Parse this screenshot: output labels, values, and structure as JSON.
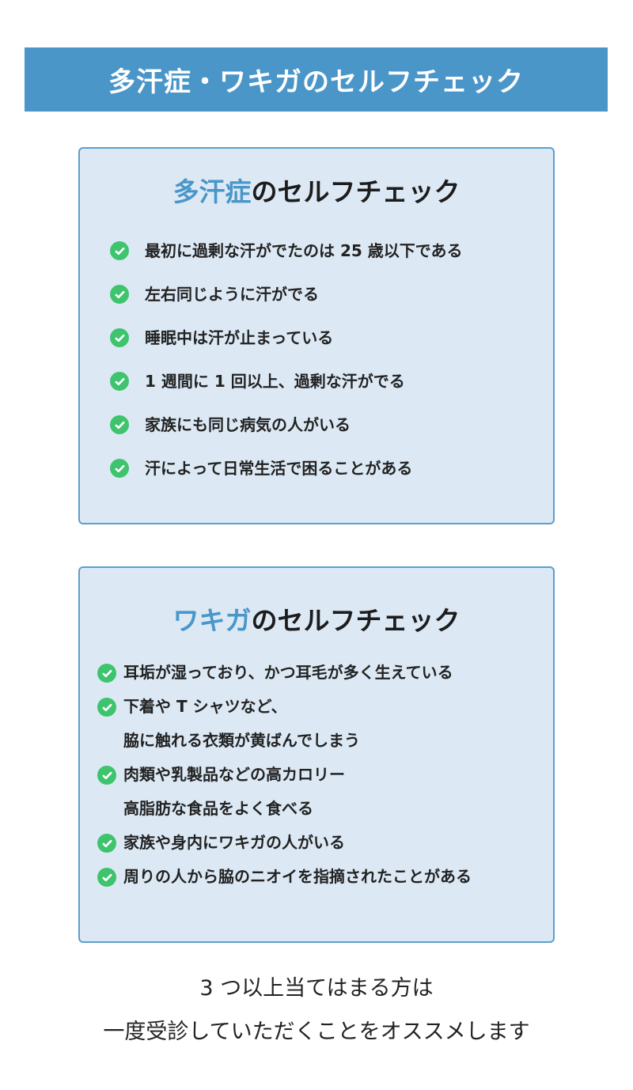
{
  "header": {
    "title": "多汗症・ワキガのセルフチェック"
  },
  "hyperhidrosis": {
    "title_highlight": "多汗症",
    "title_rest": "のセルフチェック",
    "items": [
      "最初に過剰な汗がでたのは 25 歳以下である",
      "左右同じように汗がでる",
      "睡眠中は汗が止まっている",
      "1 週間に 1 回以上、過剰な汗がでる",
      "家族にも同じ病気の人がいる",
      "汗によって日常生活で困ることがある"
    ]
  },
  "osmidrosis": {
    "title_highlight": "ワキガ",
    "title_rest": "のセルフチェック",
    "items": [
      [
        "耳垢が湿っており、かつ耳毛が多く生えている"
      ],
      [
        "下着や T シャツなど、",
        "脇に触れる衣類が黄ばんでしまう"
      ],
      [
        "肉類や乳製品などの高カロリー",
        "高脂肪な食品をよく食べる"
      ],
      [
        "家族や身内にワキガの人がいる"
      ],
      [
        "周りの人から脇のニオイを指摘されたことがある"
      ]
    ]
  },
  "footer": {
    "line1": "3 つ以上当てはまる方は",
    "line2": "一度受診していただくことをオススメします"
  },
  "colors": {
    "accent": "#4a96c9",
    "box_bg": "#dce9f5",
    "check": "#3ec46d"
  }
}
